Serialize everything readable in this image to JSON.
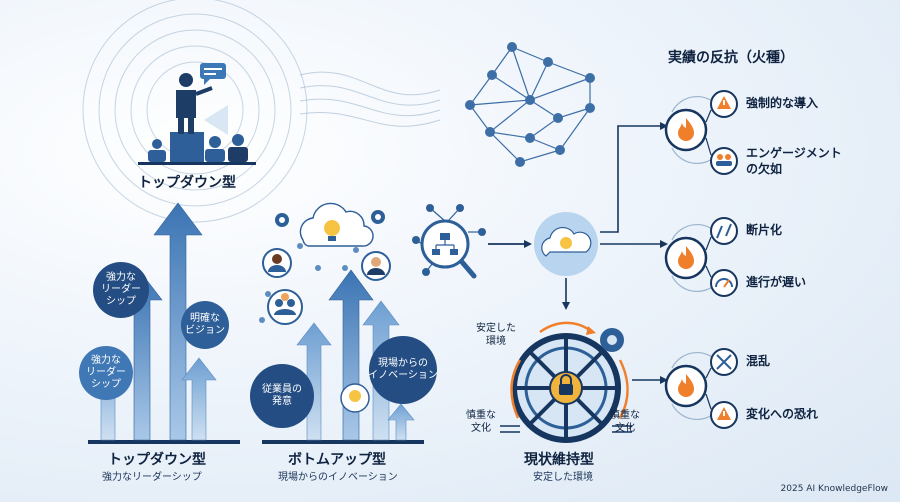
{
  "top_left": {
    "title": "トップダウン型"
  },
  "topdown": {
    "title": "トップダウン型",
    "subtitle": "強力なリーダーシップ",
    "bubble_1": "強力な\nリーダー\nシップ",
    "bubble_2": "明確な\nビジョン",
    "bubble_3": "強力な\nリーダー\nシップ"
  },
  "bottomup": {
    "title": "ボトムアップ型",
    "subtitle": "現場からのイノベーション",
    "bubble_1": "従業員の\n発意",
    "bubble_2": "現場からの\nイノベーション"
  },
  "status_quo": {
    "title": "現状維持型",
    "subtitle": "安定した環境",
    "label_env": "安定した\n環境",
    "label_left": "慎重な\n文化",
    "label_right": "慎重な\n文化"
  },
  "reaction": {
    "title": "実績の反抗（火種）",
    "items": [
      {
        "label": "強制的な導入",
        "icon": "warning-icon"
      },
      {
        "label": "エンゲージメント\nの欠如",
        "icon": "people-icon"
      },
      {
        "label": "断片化",
        "icon": "broken-icon"
      },
      {
        "label": "進行が遅い",
        "icon": "gauge-icon"
      },
      {
        "label": "混乱",
        "icon": "cross-arrows-icon"
      },
      {
        "label": "変化への恐れ",
        "icon": "warning-icon"
      }
    ]
  },
  "footer": "2025 AI KnowledgeFlow",
  "colors": {
    "navy": "#16365f",
    "blue": "#3d78b6",
    "light_blue": "#8bb5de",
    "orange": "#f07f2c"
  }
}
